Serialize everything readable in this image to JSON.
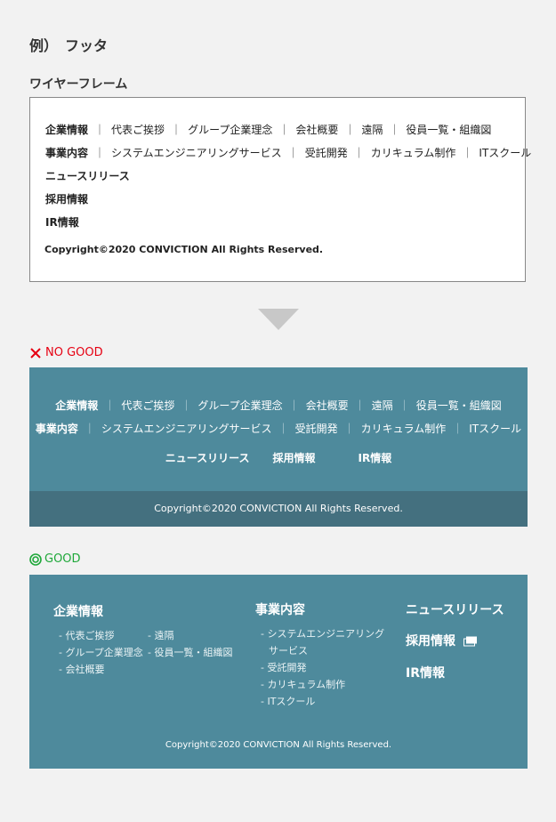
{
  "headings": {
    "example": "例）　フッタ",
    "wireframe": "ワイヤーフレーム"
  },
  "wire": {
    "row1": [
      "企業情報",
      "代表ご挨拶",
      "グループ企業理念",
      "会社概要",
      "遠隔",
      "役員一覧・組織図"
    ],
    "row2": [
      "事業内容",
      "システムエンジニアリングサービス",
      "受託開発",
      "カリキュラム制作",
      "ITスクール"
    ],
    "row3": "ニュースリリース",
    "row4": "採用情報",
    "row5": "IR情報",
    "copyright": "Copyright©2020 CONVICTION All Rights Reserved.",
    "separator": "｜"
  },
  "labels": {
    "no_good": "NO GOOD",
    "good": "GOOD"
  },
  "ng": {
    "row1": [
      "企業情報",
      "代表ご挨拶",
      "グループ企業理念",
      "会社概要",
      "遠隔",
      "役員一覧・組織図"
    ],
    "row2": [
      "事業内容",
      "システムエンジニアリングサービス",
      "受託開発",
      "カリキュラム制作",
      "ITスクール"
    ],
    "row3": [
      "ニュースリリース",
      "採用情報",
      "IR情報"
    ],
    "copyright": "Copyright©2020 CONVICTION All Rights Reserved."
  },
  "good": {
    "col1_title": "企業情報",
    "col1_items_a": [
      "- 代表ご挨拶",
      "- グループ企業理念",
      "- 会社概要"
    ],
    "col1_items_b": [
      "- 遠隔",
      "- 役員一覧・組織図"
    ],
    "col2_title": "事業内容",
    "col2_items": [
      "- システムエンジニアリング",
      "サービス",
      "- 受託開発",
      "- カリキュラム制作",
      "- ITスクール"
    ],
    "col3_titles": [
      "ニュースリリース",
      "採用情報",
      "IR情報"
    ],
    "copyright": "Copyright©2020 CONVICTION All Rights Reserved."
  },
  "colors": {
    "footer_bg": "#4e8a9c",
    "footer_bottom": "#44707f",
    "ng_red": "#e60012",
    "good_green": "#1fa83a"
  }
}
